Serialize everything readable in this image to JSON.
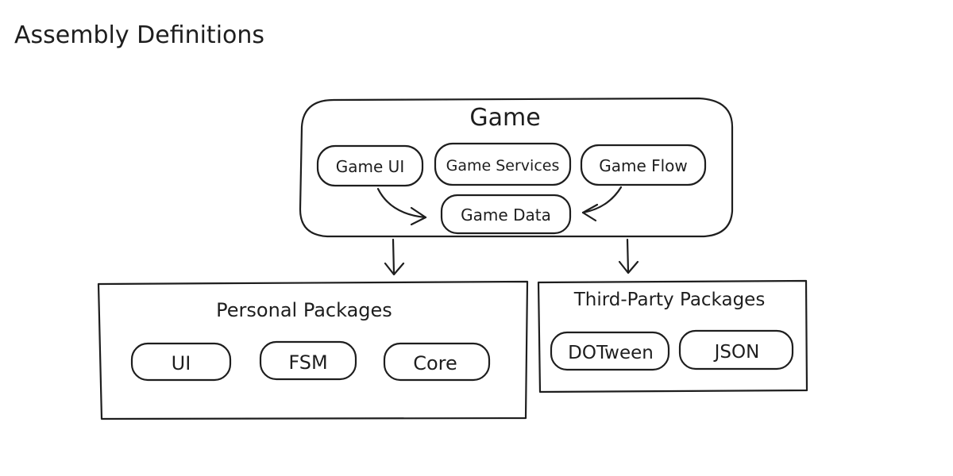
{
  "page_title": "Assembly Definitions",
  "game": {
    "title": "Game",
    "modules": {
      "ui": "Game UI",
      "services": "Game Services",
      "flow": "Game Flow",
      "data": "Game Data"
    }
  },
  "personal": {
    "title": "Personal Packages",
    "items": [
      "UI",
      "FSM",
      "Core"
    ]
  },
  "third_party": {
    "title": "Third-Party Packages",
    "items": [
      "DOTween",
      "JSON"
    ]
  },
  "colors": {
    "ink": "#1e1e1e",
    "background": "#ffffff"
  }
}
